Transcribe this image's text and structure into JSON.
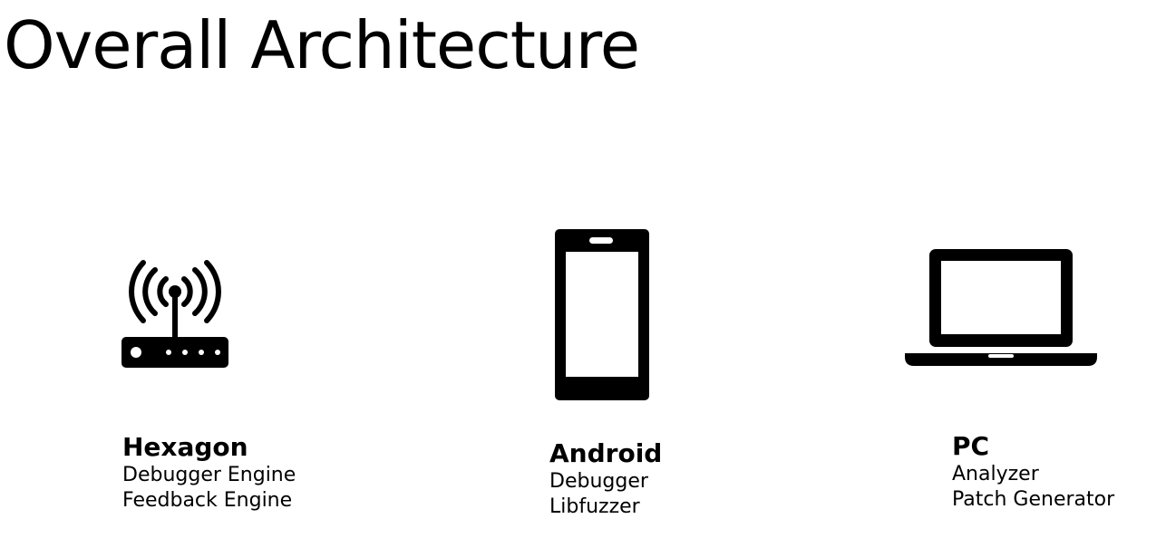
{
  "title": "Overall Architecture",
  "nodes": [
    {
      "name": "Hexagon",
      "icon": "wifi-router-icon",
      "lines": [
        "Debugger Engine",
        "Feedback Engine"
      ]
    },
    {
      "name": "Android",
      "icon": "smartphone-icon",
      "lines": [
        "Debugger",
        "Libfuzzer"
      ]
    },
    {
      "name": "PC",
      "icon": "laptop-icon",
      "lines": [
        "Analyzer",
        "Patch Generator"
      ]
    }
  ],
  "colors": {
    "background": "#ffffff",
    "foreground": "#000000"
  }
}
